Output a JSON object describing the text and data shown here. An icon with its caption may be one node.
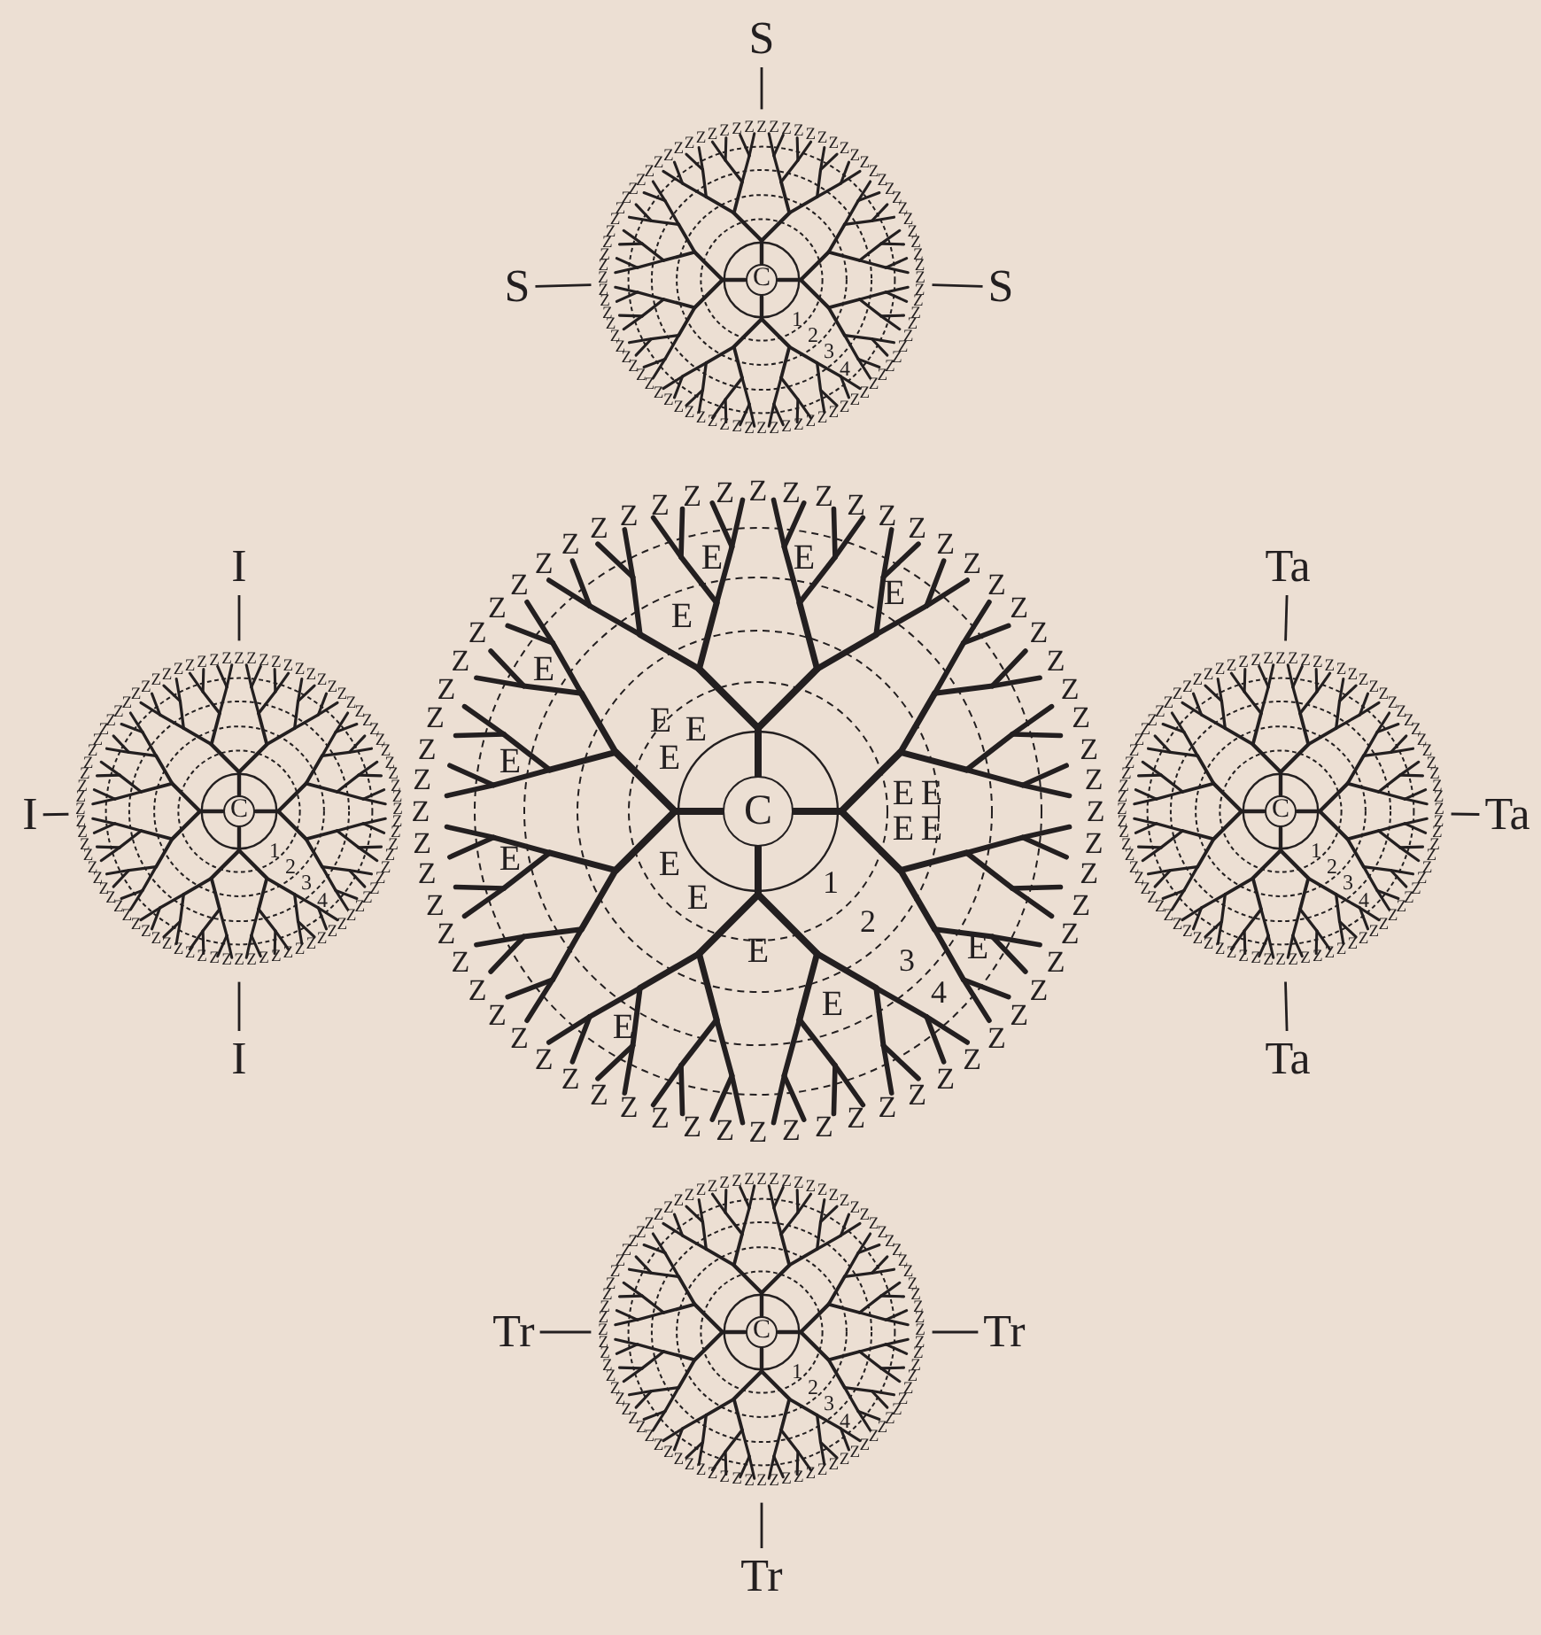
{
  "diagram": {
    "nodes": [
      {
        "text": [
          "S"
        ]
      },
      {
        "text": [
          "1",
          "2",
          "3",
          "4",
          "Z",
          "Z",
          "Z",
          "Z",
          "Z",
          "Z",
          "Z",
          "Z",
          "Z",
          "Z",
          "Z",
          "Z",
          "Z",
          "Z",
          "Z",
          "Z",
          "Z",
          "Z",
          "Z",
          "Z",
          "Z",
          "Z",
          "Z",
          "Z",
          "Z",
          "Z",
          "Z",
          "Z",
          "Z",
          "Z",
          "Z",
          "Z",
          "Z",
          "Z",
          "Z",
          "Z",
          "Z",
          "Z",
          "Z",
          "Z",
          "Z",
          "Z",
          "Z",
          "Z",
          "Z",
          "Z",
          "Z",
          "Z",
          "Z",
          "Z",
          "Z",
          "Z",
          "Z",
          "Z",
          "Z",
          "Z",
          "Z",
          "Z",
          "Z",
          "Z",
          "Z",
          "Z",
          "Z",
          "Z",
          "Z",
          "Z",
          "Z",
          "Z",
          "Z",
          "Z",
          "Z",
          "Z",
          "Z",
          "Z",
          "Z",
          "Z",
          "Z",
          "Z",
          "Z",
          "Z"
        ]
      },
      {
        "text": [
          "C"
        ],
        "in": 1
      },
      {
        "text": [
          "S"
        ]
      },
      {
        "text": [
          "S"
        ]
      },
      {
        "text": [
          "I"
        ]
      },
      {
        "text": [
          "Ta"
        ]
      },
      {
        "text": [
          "1",
          "2",
          "3",
          "4",
          "Z",
          "Z",
          "Z",
          "Z",
          "Z",
          "Z",
          "Z",
          "Z",
          "Z",
          "Z",
          "Z",
          "Z",
          "Z",
          "Z",
          "Z",
          "Z",
          "Z",
          "Z",
          "Z",
          "Z",
          "Z",
          "Z",
          "Z",
          "Z",
          "Z",
          "Z",
          "Z",
          "Z",
          "Z",
          "Z",
          "Z",
          "Z",
          "Z",
          "Z",
          "Z",
          "Z",
          "Z",
          "Z",
          "Z",
          "Z",
          "Z",
          "Z",
          "Z",
          "Z",
          "Z",
          "Z",
          "Z",
          "Z",
          "Z",
          "Z",
          "Z",
          "Z",
          "Z",
          "Z",
          "Z",
          "Z",
          "Z",
          "Z",
          "Z",
          "Z",
          "Z",
          "Z",
          "Z",
          "Z",
          "Z",
          "Z",
          "Z",
          "Z",
          "Z",
          "Z",
          "Z",
          "Z",
          "Z",
          "Z",
          "Z",
          "Z",
          "Z",
          "Z",
          "Z",
          "Z"
        ]
      },
      {
        "text": [
          "C"
        ],
        "in": 7
      },
      {
        "text": [
          "E",
          "E",
          "E",
          "E",
          "E",
          "E",
          "E",
          "E",
          "E",
          "E",
          "E",
          "E",
          "E",
          "E",
          "E",
          "E",
          "E",
          "E",
          "E",
          "E",
          "1",
          "2",
          "3",
          "4",
          "Z",
          "Z",
          "Z",
          "Z",
          "Z",
          "Z",
          "Z",
          "Z",
          "Z",
          "Z",
          "Z",
          "Z",
          "Z",
          "Z",
          "Z",
          "Z",
          "Z",
          "Z",
          "Z",
          "Z",
          "Z",
          "Z",
          "Z",
          "Z",
          "Z",
          "Z",
          "Z",
          "Z",
          "Z",
          "Z",
          "Z",
          "Z",
          "Z",
          "Z",
          "Z",
          "Z",
          "Z",
          "Z",
          "Z",
          "Z",
          "Z",
          "Z",
          "Z",
          "Z",
          "Z",
          "Z",
          "Z",
          "Z",
          "Z",
          "Z",
          "Z",
          "Z",
          "Z",
          "Z",
          "Z",
          "Z",
          "Z",
          "Z",
          "Z",
          "Z",
          "Z",
          "Z",
          "Z",
          "Z"
        ]
      },
      {
        "text": [
          "C"
        ],
        "in": 9
      },
      {
        "text": [
          "1",
          "2",
          "3",
          "4",
          "Z",
          "Z",
          "Z",
          "Z",
          "Z",
          "Z",
          "Z",
          "Z",
          "Z",
          "Z",
          "Z",
          "Z",
          "Z",
          "Z",
          "Z",
          "Z",
          "Z",
          "Z",
          "Z",
          "Z",
          "Z",
          "Z",
          "Z",
          "Z",
          "Z",
          "Z",
          "Z",
          "Z",
          "Z",
          "Z",
          "Z",
          "Z",
          "Z",
          "Z",
          "Z",
          "Z",
          "Z",
          "Z",
          "Z",
          "Z",
          "Z",
          "Z",
          "Z",
          "Z",
          "Z",
          "Z",
          "Z",
          "Z",
          "Z",
          "Z",
          "Z",
          "Z",
          "Z",
          "Z",
          "Z",
          "Z",
          "Z",
          "Z",
          "Z",
          "Z",
          "Z",
          "Z",
          "Z",
          "Z",
          "Z",
          "Z",
          "Z",
          "Z",
          "Z",
          "Z",
          "Z",
          "Z",
          "Z",
          "Z",
          "Z",
          "Z",
          "Z",
          "Z",
          "Z",
          "Z"
        ]
      },
      {
        "text": [
          "C"
        ],
        "in": 11
      },
      {
        "text": [
          "I"
        ]
      },
      {
        "text": [
          "Ta"
        ]
      },
      {
        "text": [
          "I"
        ]
      },
      {
        "text": [
          "Ta"
        ]
      },
      {
        "text": [
          "Tr"
        ]
      },
      {
        "text": [
          "1",
          "2",
          "3",
          "4",
          "Z",
          "Z",
          "Z",
          "Z",
          "Z",
          "Z",
          "Z",
          "Z",
          "Z",
          "Z",
          "Z",
          "Z",
          "Z",
          "Z",
          "Z",
          "Z",
          "Z",
          "Z",
          "Z",
          "Z",
          "Z",
          "Z",
          "Z",
          "Z",
          "Z",
          "Z",
          "Z",
          "Z",
          "Z",
          "Z",
          "Z",
          "Z",
          "Z",
          "Z",
          "Z",
          "Z",
          "Z",
          "Z",
          "Z",
          "Z",
          "Z",
          "Z",
          "Z",
          "Z",
          "Z",
          "Z",
          "Z",
          "Z",
          "Z",
          "Z",
          "Z",
          "Z",
          "Z",
          "Z",
          "Z",
          "Z",
          "Z",
          "Z",
          "Z",
          "Z",
          "Z",
          "Z",
          "Z",
          "Z",
          "Z",
          "Z",
          "Z",
          "Z",
          "Z",
          "Z",
          "Z",
          "Z",
          "Z",
          "Z",
          "Z",
          "Z",
          "Z",
          "Z",
          "Z",
          "Z"
        ]
      },
      {
        "text": [
          "C"
        ],
        "in": 18
      },
      {
        "text": [
          "Tr"
        ]
      },
      {
        "text": [
          "Tr"
        ]
      }
    ],
    "edges": [
      {
        "from": 0,
        "to": 1,
        "arrow": "none"
      },
      {
        "from": 3,
        "to": 1,
        "arrow": "none"
      },
      {
        "from": 4,
        "to": 1,
        "arrow": "none"
      },
      {
        "from": 5,
        "to": 7,
        "arrow": "none"
      },
      {
        "from": 13,
        "to": 7,
        "arrow": "none"
      },
      {
        "from": 15,
        "to": 7,
        "arrow": "none"
      },
      {
        "from": 6,
        "to": 11,
        "arrow": "none"
      },
      {
        "from": 14,
        "to": 11,
        "arrow": "none"
      },
      {
        "from": 16,
        "to": 11,
        "arrow": "none"
      },
      {
        "from": 17,
        "to": 18,
        "arrow": "none"
      },
      {
        "from": 20,
        "to": 18,
        "arrow": "none"
      },
      {
        "from": 21,
        "to": 18,
        "arrow": "none"
      }
    ]
  }
}
